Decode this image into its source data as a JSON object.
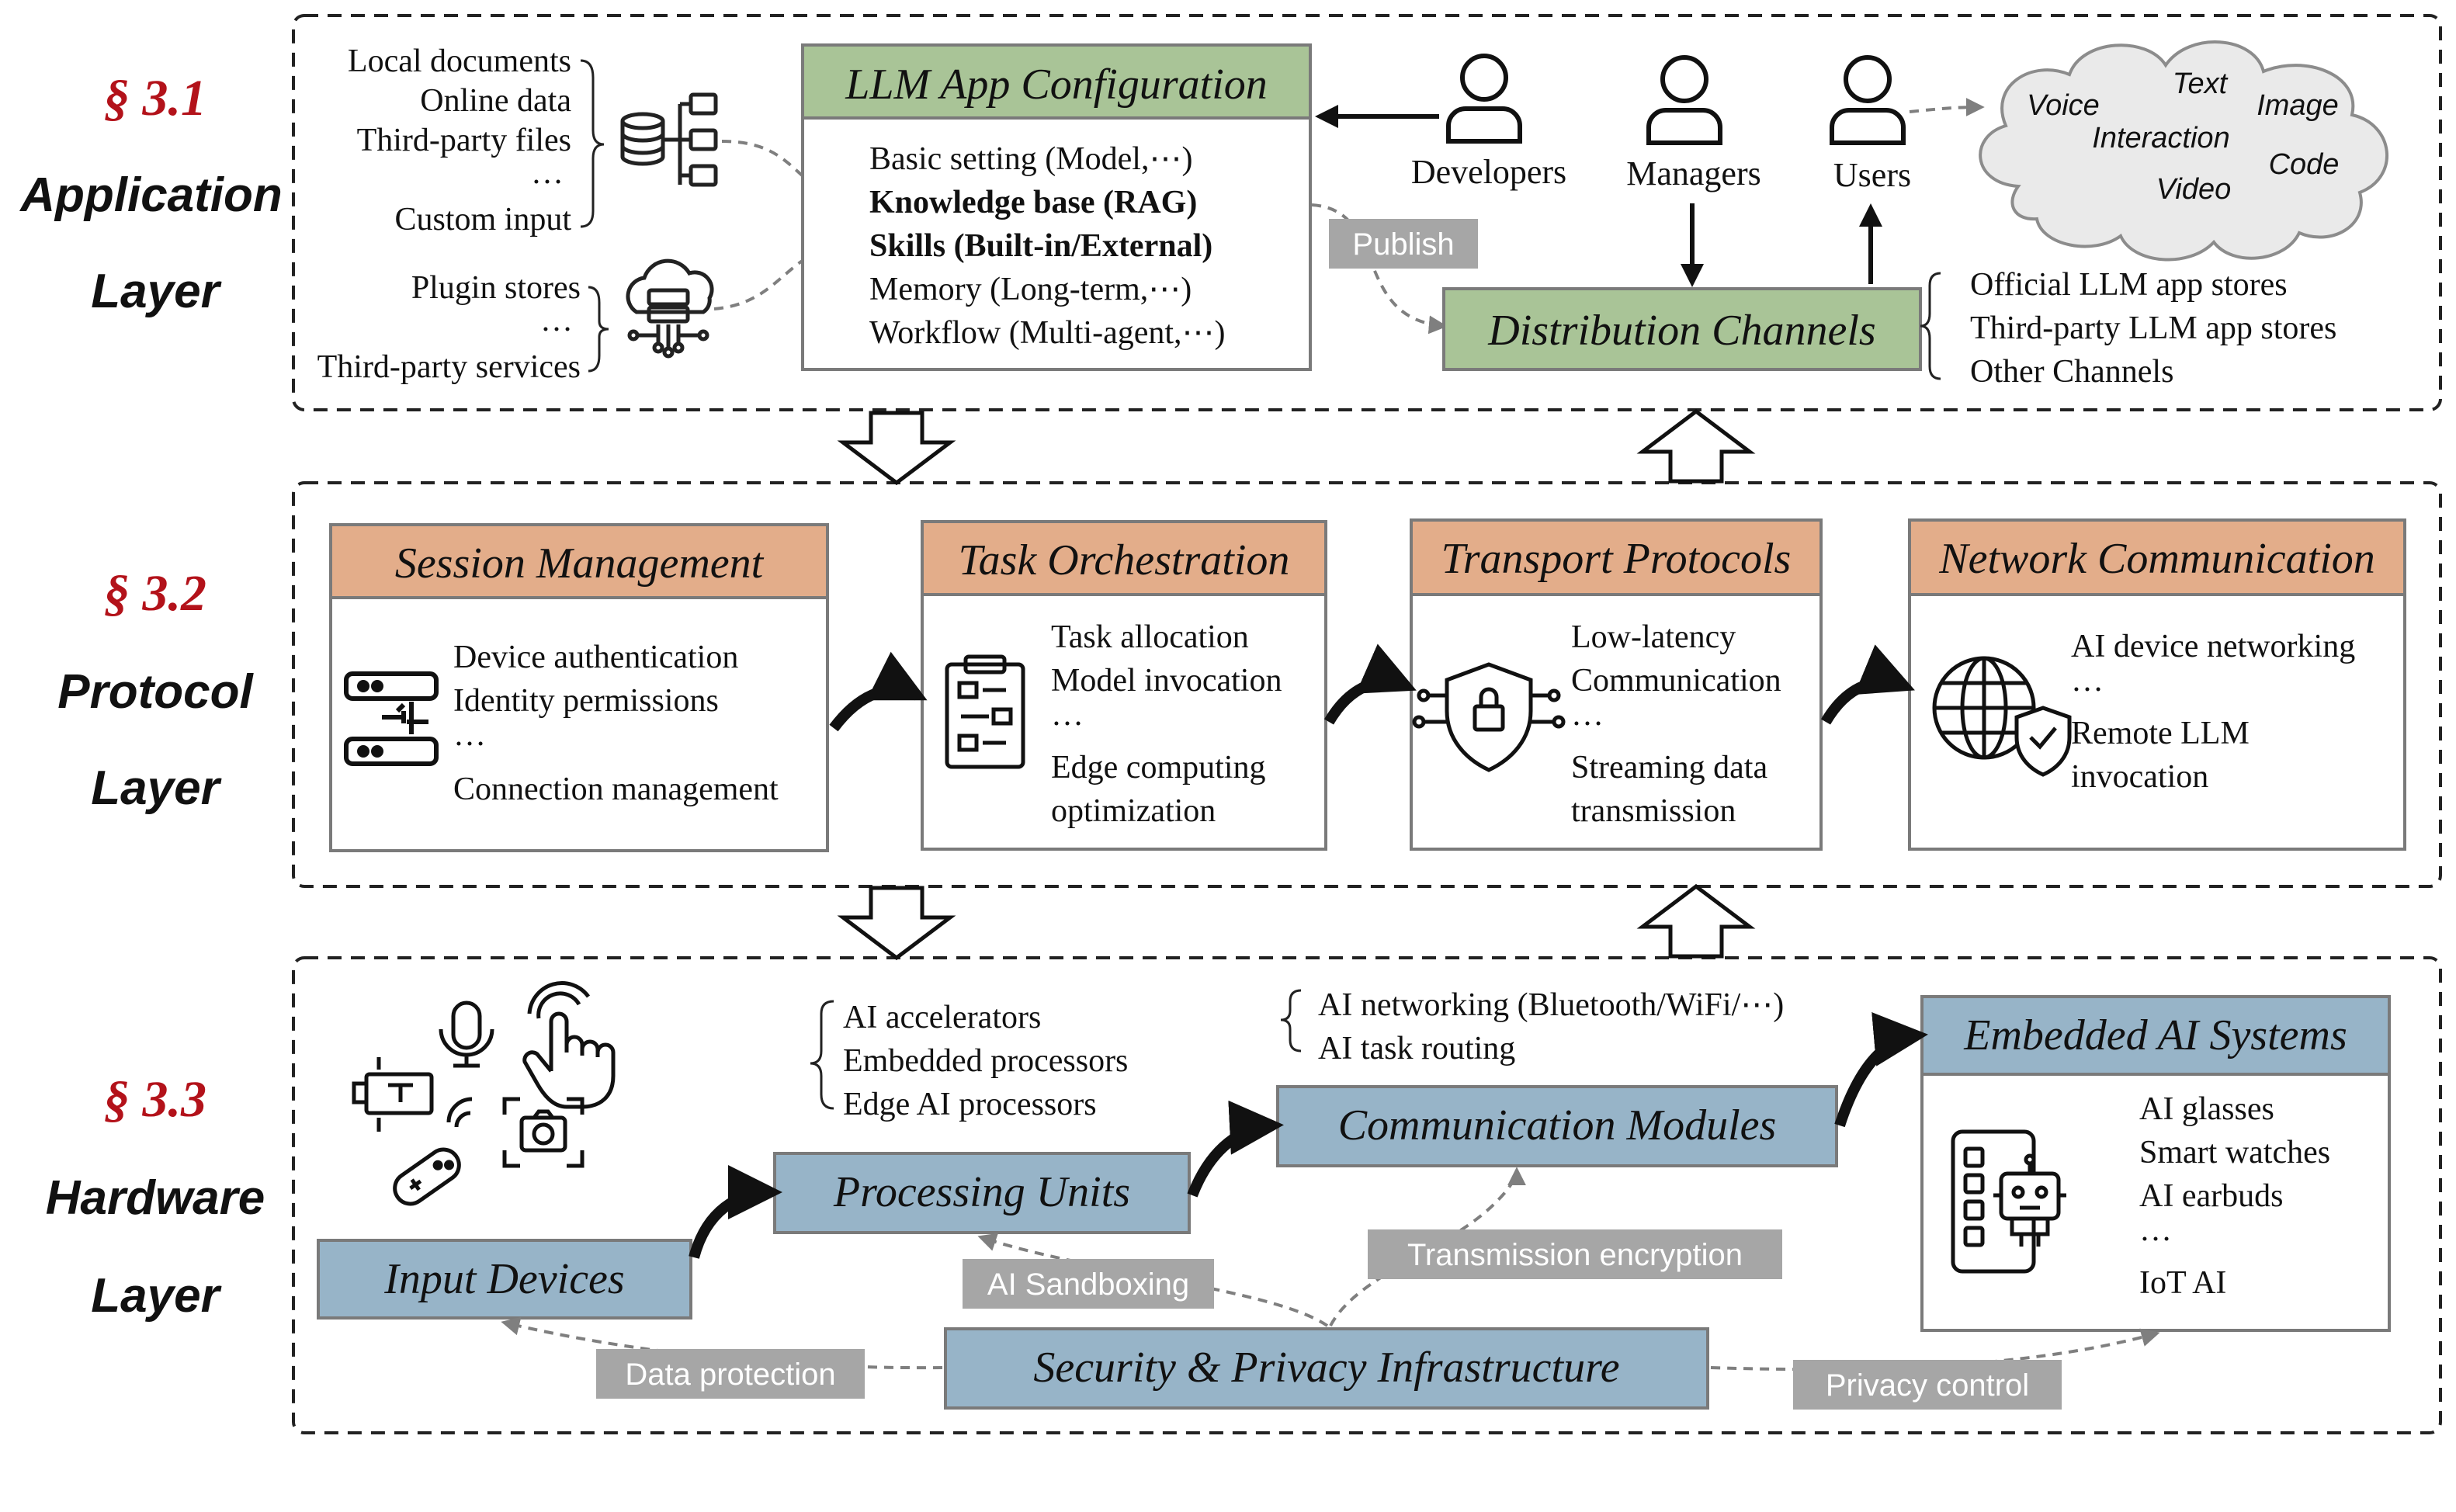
{
  "sections": {
    "application": {
      "number": "§ 3.1",
      "name_line1": "Application",
      "name_line2": "Layer"
    },
    "protocol": {
      "number": "§ 3.2",
      "name_line1": "Protocol",
      "name_line2": "Layer"
    },
    "hardware": {
      "number": "§ 3.3",
      "name_line1": "Hardware",
      "name_line2": "Layer"
    }
  },
  "application_layer": {
    "data_sources": [
      "Local documents",
      "Online data",
      "Third-party files",
      "…",
      "Custom input"
    ],
    "services": [
      "Plugin stores",
      "…",
      "Third-party services"
    ],
    "config": {
      "title": "LLM App Configuration",
      "items": [
        {
          "text": "Basic setting (Model,⋯)",
          "bold": false
        },
        {
          "text": "Knowledge base (RAG)",
          "bold": true
        },
        {
          "text": "Skills (Built-in/External)",
          "bold": true
        },
        {
          "text": "Memory (Long-term,⋯)",
          "bold": false
        },
        {
          "text": "Workflow (Multi-agent,⋯)",
          "bold": false
        }
      ]
    },
    "publish_tag": "Publish",
    "roles": [
      "Developers",
      "Managers",
      "Users"
    ],
    "cloud_words": [
      "Text",
      "Voice",
      "Image",
      "Interaction",
      "Code",
      "Video"
    ],
    "distribution": {
      "title": "Distribution Channels",
      "items": [
        "Official LLM app stores",
        "Third-party LLM app stores",
        "Other Channels"
      ]
    }
  },
  "protocol_layer": {
    "session": {
      "title": "Session Management",
      "items": [
        "Device authentication",
        "Identity permissions",
        "…",
        "Connection management"
      ]
    },
    "task": {
      "title": "Task Orchestration",
      "items": [
        "Task allocation",
        "Model invocation",
        "…",
        "Edge computing",
        "optimization"
      ]
    },
    "transport": {
      "title": "Transport Protocols",
      "items": [
        "Low-latency",
        "Communication",
        "…",
        "Streaming data",
        "transmission"
      ]
    },
    "network": {
      "title": "Network Communication",
      "items": [
        "AI device networking",
        "…",
        "Remote LLM",
        "invocation"
      ]
    }
  },
  "hardware_layer": {
    "input_devices": "Input Devices",
    "processing_units": {
      "title": "Processing Units",
      "items": [
        "AI accelerators",
        "Embedded processors",
        "Edge AI processors"
      ]
    },
    "communication": {
      "title": "Communication Modules",
      "items": [
        "AI networking (Bluetooth/WiFi/⋯)",
        "AI task routing"
      ]
    },
    "embedded": {
      "title": "Embedded AI Systems",
      "items": [
        "AI glasses",
        "Smart watches",
        "AI earbuds",
        "…",
        "IoT AI"
      ]
    },
    "security": "Security & Privacy Infrastructure",
    "tags": {
      "sandbox": "AI Sandboxing",
      "encryption": "Transmission encryption",
      "data_protection": "Data protection",
      "privacy": "Privacy control"
    }
  },
  "colors": {
    "green_header": "#a9c497",
    "orange_header": "#e3ad8a",
    "blue_box": "#97b4c8",
    "tag_bg": "#a6a6a6",
    "section_red": "#b3121a"
  }
}
